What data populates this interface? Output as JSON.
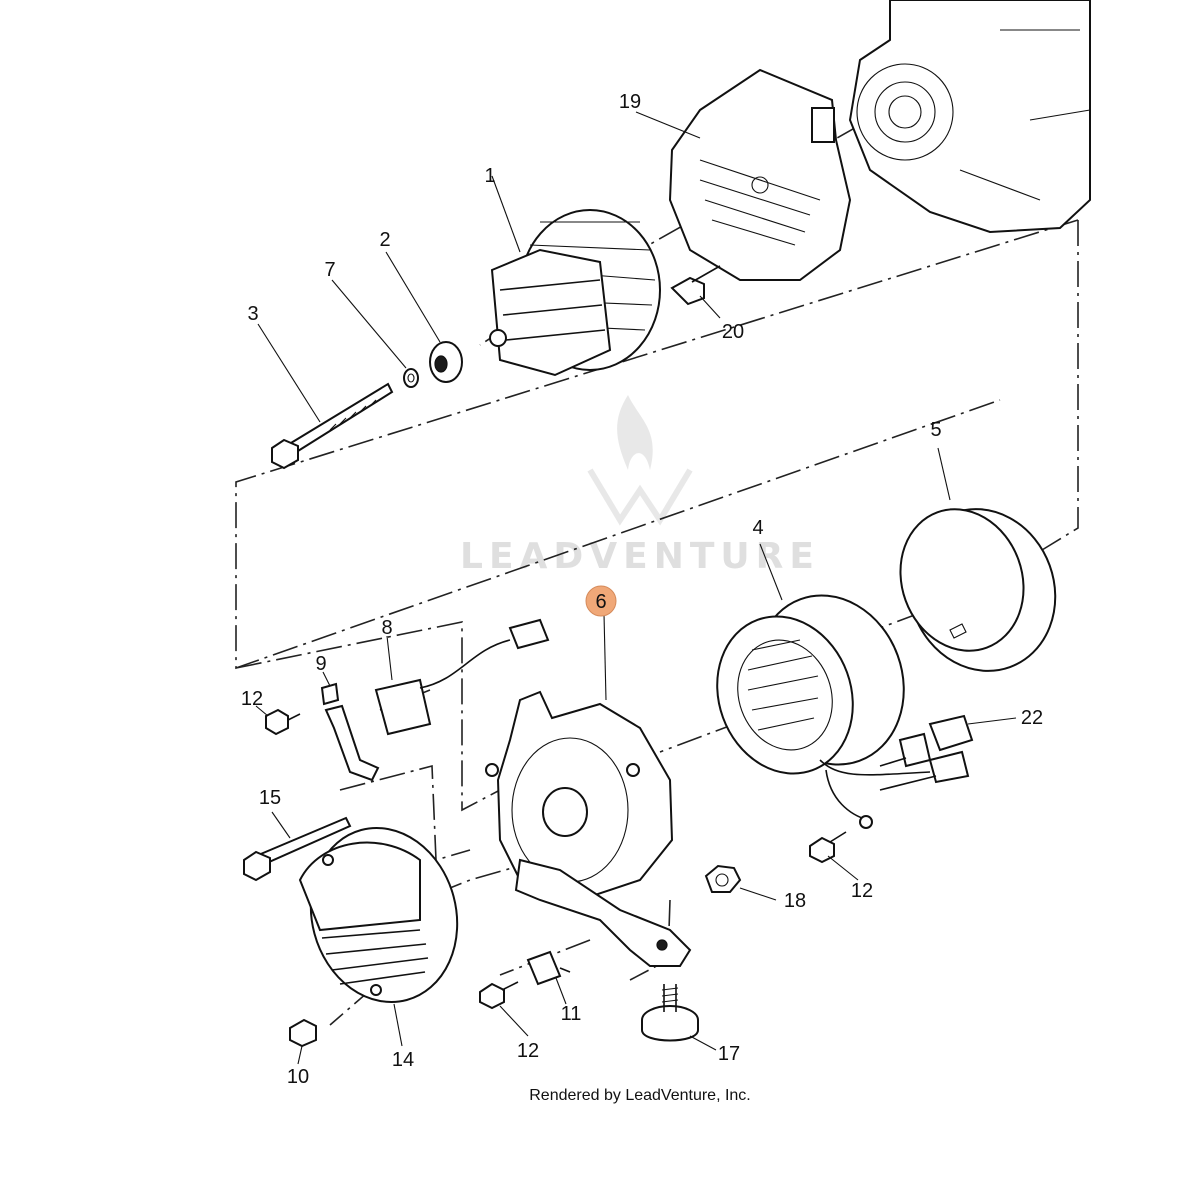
{
  "diagram": {
    "watermark_text": "LEADVENTURE",
    "footer_text": "Rendered by LeadVenture, Inc.",
    "highlight_color": "#F0A878",
    "callouts": [
      {
        "id": "19",
        "text": "19"
      },
      {
        "id": "1",
        "text": "1"
      },
      {
        "id": "2",
        "text": "2"
      },
      {
        "id": "7",
        "text": "7"
      },
      {
        "id": "3",
        "text": "3"
      },
      {
        "id": "20",
        "text": "20"
      },
      {
        "id": "5",
        "text": "5"
      },
      {
        "id": "4",
        "text": "4"
      },
      {
        "id": "6",
        "text": "6",
        "highlighted": true
      },
      {
        "id": "8",
        "text": "8"
      },
      {
        "id": "9",
        "text": "9"
      },
      {
        "id": "12a",
        "text": "12"
      },
      {
        "id": "22",
        "text": "22"
      },
      {
        "id": "15",
        "text": "15"
      },
      {
        "id": "12b",
        "text": "12"
      },
      {
        "id": "18",
        "text": "18"
      },
      {
        "id": "11",
        "text": "11"
      },
      {
        "id": "12c",
        "text": "12"
      },
      {
        "id": "17",
        "text": "17"
      },
      {
        "id": "10",
        "text": "10"
      },
      {
        "id": "14",
        "text": "14"
      }
    ]
  }
}
